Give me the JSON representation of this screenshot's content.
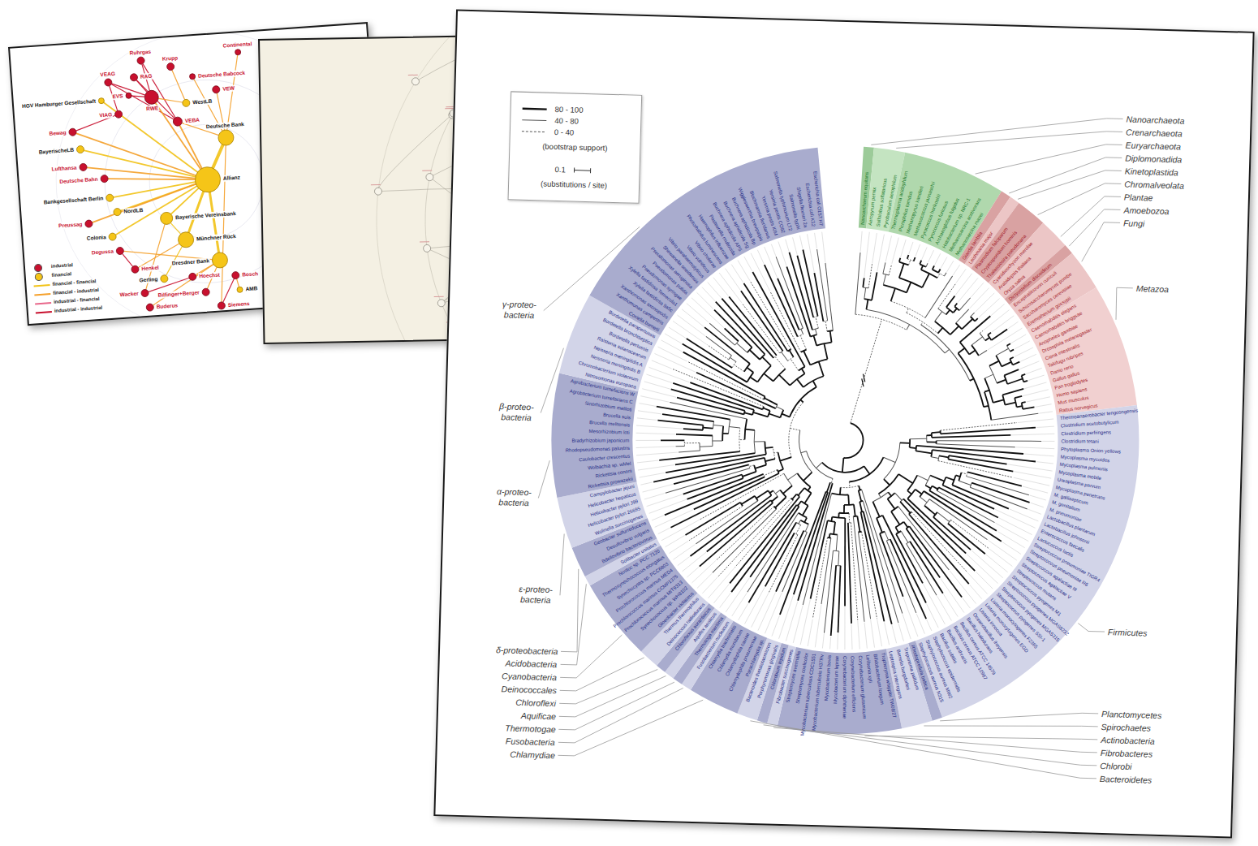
{
  "diagram": {
    "nodes": [
      {
        "text": [
          "Ruhrgas"
        ]
      },
      {
        "text": [
          "Krupp"
        ]
      },
      {
        "text": [
          "Deutsche Babcock"
        ]
      },
      {
        "text": [
          "Continental"
        ]
      },
      {
        "text": [
          "VEAG"
        ]
      },
      {
        "text": [
          "RAG"
        ]
      },
      {
        "text": [
          "VEW"
        ]
      },
      {
        "text": [
          "RWE"
        ]
      },
      {
        "text": [
          "WestLB"
        ]
      },
      {
        "text": [
          "VEBA"
        ]
      },
      {
        "text": [
          "EVS"
        ]
      },
      {
        "text": [
          "VIAG"
        ]
      },
      {
        "text": [
          "HGV Hamburger Gesellschaft"
        ]
      },
      {
        "text": [
          "Bewag"
        ]
      },
      {
        "text": [
          "BayerischeLB"
        ]
      },
      {
        "text": [
          "Deutsche Bank"
        ]
      },
      {
        "text": [
          "Lufthansa"
        ]
      },
      {
        "text": [
          "Deutsche Bahn"
        ]
      },
      {
        "text": [
          "Allianz"
        ]
      },
      {
        "text": [
          "Bankgesellschaft Berlin"
        ]
      },
      {
        "text": [
          "NordLB"
        ]
      },
      {
        "text": [
          "Bayerische Vereinsbank"
        ]
      },
      {
        "text": [
          "Preussag"
        ]
      },
      {
        "text": [
          "Colonia"
        ]
      },
      {
        "text": [
          "Münchner Rück"
        ]
      },
      {
        "text": [
          "Degussa"
        ]
      },
      {
        "text": [
          "Henkel"
        ]
      },
      {
        "text": [
          "Dresdner Bank"
        ]
      },
      {
        "text": [
          "Gerling"
        ]
      },
      {
        "text": [
          "Hoechst"
        ]
      },
      {
        "text": [
          "Wacker"
        ]
      },
      {
        "text": [
          "Bilfinger+Berger"
        ]
      },
      {
        "text": [
          "Buderus"
        ]
      },
      {
        "text": [
          "Bosch"
        ]
      },
      {
        "text": [
          "AMB"
        ]
      },
      {
        "text": [
          "Siemens"
        ]
      }
    ],
    "edges": [
      {
        "from": 7,
        "to": 0,
        "arrow": "none"
      },
      {
        "from": 9,
        "to": 0,
        "arrow": "none"
      },
      {
        "from": 7,
        "to": 4,
        "arrow": "none"
      },
      {
        "from": 7,
        "to": 5,
        "arrow": "none"
      },
      {
        "from": 9,
        "to": 5,
        "arrow": "none"
      },
      {
        "from": 7,
        "to": 10,
        "arrow": "none"
      },
      {
        "from": 11,
        "to": 4,
        "arrow": "none"
      },
      {
        "from": 9,
        "to": 4,
        "arrow": "none"
      },
      {
        "from": 8,
        "to": 1,
        "arrow": "none"
      },
      {
        "from": 8,
        "to": 7,
        "arrow": "none"
      },
      {
        "from": 15,
        "to": 2,
        "arrow": "none"
      },
      {
        "from": 15,
        "to": 3,
        "arrow": "none"
      },
      {
        "from": 15,
        "to": 6,
        "arrow": "none"
      },
      {
        "from": 18,
        "to": 15,
        "arrow": "none"
      },
      {
        "from": 24,
        "to": 18,
        "arrow": "none"
      },
      {
        "from": 18,
        "to": 27,
        "arrow": "none"
      },
      {
        "from": 18,
        "to": 21,
        "arrow": "none"
      },
      {
        "from": 18,
        "to": 7,
        "arrow": "none"
      },
      {
        "from": 18,
        "to": 9,
        "arrow": "none"
      },
      {
        "from": 18,
        "to": 13,
        "arrow": "none"
      },
      {
        "from": 18,
        "to": 16,
        "arrow": "none"
      },
      {
        "from": 18,
        "to": 17,
        "arrow": "none"
      },
      {
        "from": 18,
        "to": 14,
        "arrow": "none"
      },
      {
        "from": 18,
        "to": 19,
        "arrow": "none"
      },
      {
        "from": 18,
        "to": 20,
        "arrow": "none"
      },
      {
        "from": 18,
        "to": 22,
        "arrow": "none"
      },
      {
        "from": 18,
        "to": 23,
        "arrow": "none"
      },
      {
        "from": 18,
        "to": 12,
        "arrow": "none"
      },
      {
        "from": 24,
        "to": 21,
        "arrow": "none"
      },
      {
        "from": 27,
        "to": 25,
        "arrow": "none"
      },
      {
        "from": 27,
        "to": 29,
        "arrow": "none"
      },
      {
        "from": 27,
        "to": 31,
        "arrow": "none"
      },
      {
        "from": 27,
        "to": 32,
        "arrow": "none"
      },
      {
        "from": 15,
        "to": 35,
        "arrow": "none"
      },
      {
        "from": 24,
        "to": 26,
        "arrow": "none"
      },
      {
        "from": 21,
        "to": 30,
        "arrow": "none"
      },
      {
        "from": 33,
        "to": 35,
        "arrow": "none"
      },
      {
        "from": 34,
        "to": 33,
        "arrow": "none"
      },
      {
        "from": 28,
        "to": 24,
        "arrow": "none"
      },
      {
        "from": 11,
        "to": 13,
        "arrow": "none"
      },
      {
        "from": 26,
        "to": 25,
        "arrow": "none"
      },
      {
        "from": 15,
        "to": 9,
        "arrow": "none"
      },
      {
        "from": 29,
        "to": 30,
        "arrow": "none"
      }
    ],
    "labels": [
      "(bootstrap support)",
      "0.1",
      "(substitutions / site)",
      "Nanoarchaeota",
      "Crenarchaeota",
      "Euryarchaeota",
      "Diplomonadida",
      "Kinetoplastida",
      "Chromalveolata",
      "Plantae",
      "Amoebozoa",
      "Fungi",
      "Metazoa",
      "γ-proteo- bacteria",
      "β-proteo- bacteria",
      "α-proteo- bacteria",
      "ε-proteo- bacteria",
      "Firmicutes",
      "δ-proteobacteria",
      "Acidobacteria",
      "Cyanobacteria",
      "Deinococcales",
      "Chloroflexi",
      "Aquificae",
      "Thermotogae",
      "Fusobacteria",
      "Chlamydiae",
      "Planctomycetes",
      "Spirochaetes",
      "Actinobacteria",
      "Fibrobacteres",
      "Chlorobi",
      "Bacteroidetes",
      "Nanoarchaeum equitans",
      "Aeropyrum pernix",
      "Sulfolobus solfataricus",
      "Pyrobaculum aerophilum",
      "Thermoplasma acidophilum",
      "Picrophilus torridus",
      "Methanopyrus kandleri",
      "Methanococcus jannaschii",
      "Pyrococcus horikoshii",
      "Pyrococcus furiosus",
      "Archaeoglobus fulgidus",
      "Halobacterium sp. NRC-1",
      "Methanosarcina acetivorans",
      "Methanosarcina mazei",
      "Giardia lamblia",
      "Leishmania major",
      "Plasmodium falciparum",
      "Cryptosporidium hominis",
      "Thalassiosira pseudonana",
      "Cyanidioschyzon merolae",
      "Arabidopsis thaliana",
      "Oryza sativa",
      "Dictyostelium discoideum",
      "Encephalitozoon cuniculi",
      "Schizosaccharomyces pombe",
      "Saccharomyces cerevisiae",
      "Eremothecium gossypii",
      "Caenorhabditis elegans",
      "Caenorhabditis briggsae",
      "Anopheles gambiae",
      "Drosophila melanogaster",
      "Ciona intestinalis",
      "Takifugu rubripes",
      "Danio rerio",
      "Gallus gallus",
      "Pan troglodytes",
      "Homo sapiens",
      "Mus musculus",
      "Rattus norvegicus",
      "Thermoanaerobacter tengcongensis",
      "Clostridium acetobutylicum",
      "Clostridium perfringens",
      "Clostridium tetani",
      "Phytoplasma Onion yellows",
      "Mycoplasma mycoides",
      "Mycoplasma pulmonis",
      "Mycoplasma mobile",
      "Ureaplasma parvum",
      "Mycoplasma penetrans",
      "M. gallisepticum",
      "M. genitalium",
      "M. pneumoniae",
      "Lactobacillus plantarum",
      "Lactobacillus johnsonii",
      "Enterococcus faecalis",
      "Lactococcus lactis",
      "Streptococcus pneumoniae TIGR4",
      "Streptococcus pneumoniae R6",
      "Streptococcus agalactiae III",
      "Streptococcus agalactiae V",
      "Streptococcus mutans",
      "Streptococcus pyogenes M1",
      "Streptococcus pyogenes MGAS8232",
      "Streptococcus pyogenes MGAS315",
      "Streptococcus pyogenes SSI-1",
      "Listeria monocytogenes F2365",
      "Listeria monocytogenes EGD",
      "Listeria innocua",
      "Oceanobacillus iheyensis",
      "Bacillus halodurans",
      "Bacillus cereus ATCC 14579",
      "Bacillus cereus ATCC 10987",
      "Bacillus anthracis",
      "Bacillus subtilis",
      "Staphylococcus epidermidis",
      "Staphylococcus aureus MW2",
      "Staphylococcus aureus N315",
      "Rhodopirellula baltica",
      "Treponema pallidum",
      "Borrelia burgdorferi",
      "Leptospira interrogans",
      "Tropheryma whipplei TW08/27",
      "Bifidobacterium longum",
      "Leifsonia xyli",
      "Corynebacterium glutamicum",
      "Corynebacterium efficiens",
      "Corynebacterium diphtheriae",
      "Mycobacterium leprae",
      "Mycobacterium bovis",
      "Mycobacterium tuberculosis H37Rv",
      "Mycobacterium tuberculosis CDC1551",
      "Streptomyces coelicolor",
      "Streptomyces avermitilis",
      "Fibrobacter succinogenes",
      "Chlorobium tepidum",
      "Porphyromonas gingivalis",
      "Bacteroides thetaiotaomicron",
      "Parachlamydia sp.",
      "Chlamydophila pneumoniae",
      "Chlamydophila caviae",
      "Chlamydia muridarum",
      "Chlamydia trachomatis",
      "Fusobacterium nucleatum",
      "Thermotoga maritima",
      "Aquifex aeolicus",
      "Chloroflexus aurantiacus",
      "Deinococcus radiodurans",
      "Thermus thermophilus",
      "Gloeobacter violaceus",
      "Synechococcus sp. WH8102",
      "Prochlorococcus marinus MIT9313",
      "Prochlorococcus marinus CCMP1375",
      "Prochlorococcus marinus MED4",
      "Synechocystis sp. PCC6803",
      "Thermosynechococcus elongatus",
      "Nostoc sp. PCC 7120",
      "Solibacter usitatus",
      "Bdellovibrio bacteriovorus",
      "Desulfovibrio vulgaris",
      "Geobacter sulfurreducens",
      "Wolinella succinogenes",
      "Helicobacter pylori 26695",
      "Helicobacter pylori J99",
      "Helicobacter hepaticus",
      "Campylobacter jejuni",
      "Rickettsia prowazekii",
      "Rickettsia conorii",
      "Wolbachia sp. wMel",
      "Caulobacter crescentus",
      "Rhodopseudomonas palustris",
      "Bradyrhizobium japonicum",
      "Mesorhizobium loti",
      "Brucella melitensis",
      "Brucella suis",
      "Sinorhizobium meliloti",
      "Agrobacterium tumefaciens C",
      "Agrobacterium tumefaciens W",
      "Nitrosomonas europaea",
      "Chromobacterium violaceum",
      "Neisseria meningitidis B",
      "Neisseria meningitidis A",
      "Ralstonia solanacearum",
      "Bordetella pertussis",
      "Bordetella bronchiseptica",
      "Bordetella parapertussis",
      "Coxiella burnetii",
      "Xanthomonas campestris",
      "Xanthomonas axonopodis",
      "Xylella fastidiosa 9a5c",
      "Xylella fastidiosa Temecula1",
      "Pseudomonas syringae",
      "Pseudomonas putida",
      "Pseudomonas aeruginosa",
      "Shewanella oneidensis",
      "Vibrio parahaemolyticus",
      "Vibrio vulnificus",
      "Vibrio cholerae",
      "Photorhabdus luminescens",
      "Haemophilus influenzae",
      "Pasteurella multocida",
      "Buchnera aphidicola APS",
      "Buchnera aphidicola Sg",
      "Buchnera aphidicola Bp",
      "Wigglesworthia brevipalpis",
      "Blochmannia floridanus",
      "Yersinia pestis KIM",
      "Yersinia pestis CO92",
      "Salmonella typhimurium LT2",
      "Salmonella typhi",
      "Shigella flexneri 2a",
      "Escherichia coli K12",
      "Escherichia coli O157:H7"
    ],
    "legend": [
      {
        "text": "industrial",
        "color": "#c8102e"
      },
      {
        "text": "financial",
        "color": "#f5c518"
      },
      {
        "text": "financial - financial"
      },
      {
        "text": "financial - industrial"
      },
      {
        "text": "industrial - financial"
      },
      {
        "text": "industrial - industrial"
      },
      {
        "text": "80 - 100"
      },
      {
        "text": "40 - 80"
      },
      {
        "text": "0 - 40"
      }
    ]
  }
}
